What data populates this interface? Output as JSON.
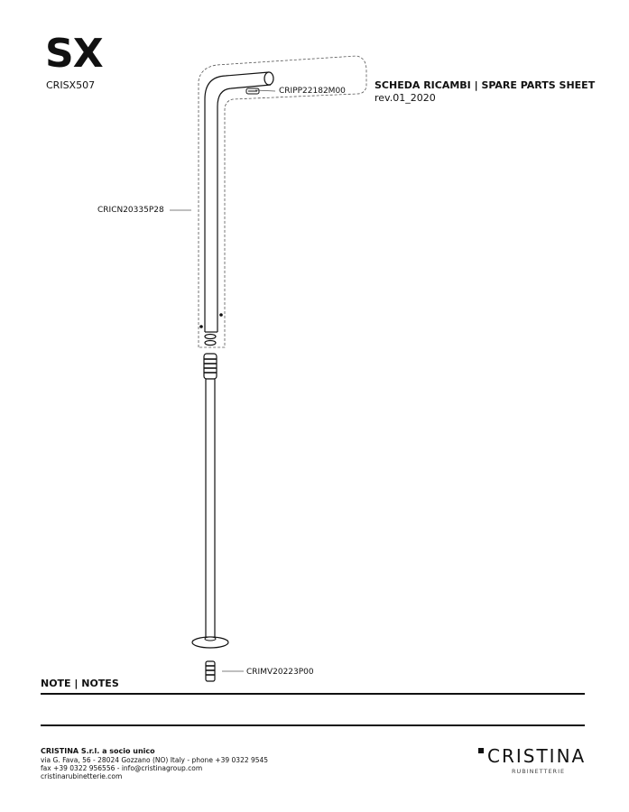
{
  "header": {
    "model": "SX",
    "product_code": "CRISX507",
    "sheet_title": "SCHEDA RICAMBI | SPARE PARTS SHEET",
    "revision": "rev.01_2020"
  },
  "parts": [
    {
      "code": "CRIPP22182M00"
    },
    {
      "code": "CRICN20335P28"
    },
    {
      "code": "CRIMV20223P00"
    }
  ],
  "notes": {
    "title": "NOTE | NOTES"
  },
  "footer": {
    "company": "CRISTINA S.r.l. a socio unico",
    "address": "via G. Fava, 56 - 28024 Gozzano (NO) Italy - phone +39 0322 9545",
    "contact": "fax +39 0322 956556 - info@cristinagroup.com",
    "website": "cristinarubinetterie.com",
    "brand": "CRISTINA",
    "brand_sub": "RUBINETTERIE"
  }
}
